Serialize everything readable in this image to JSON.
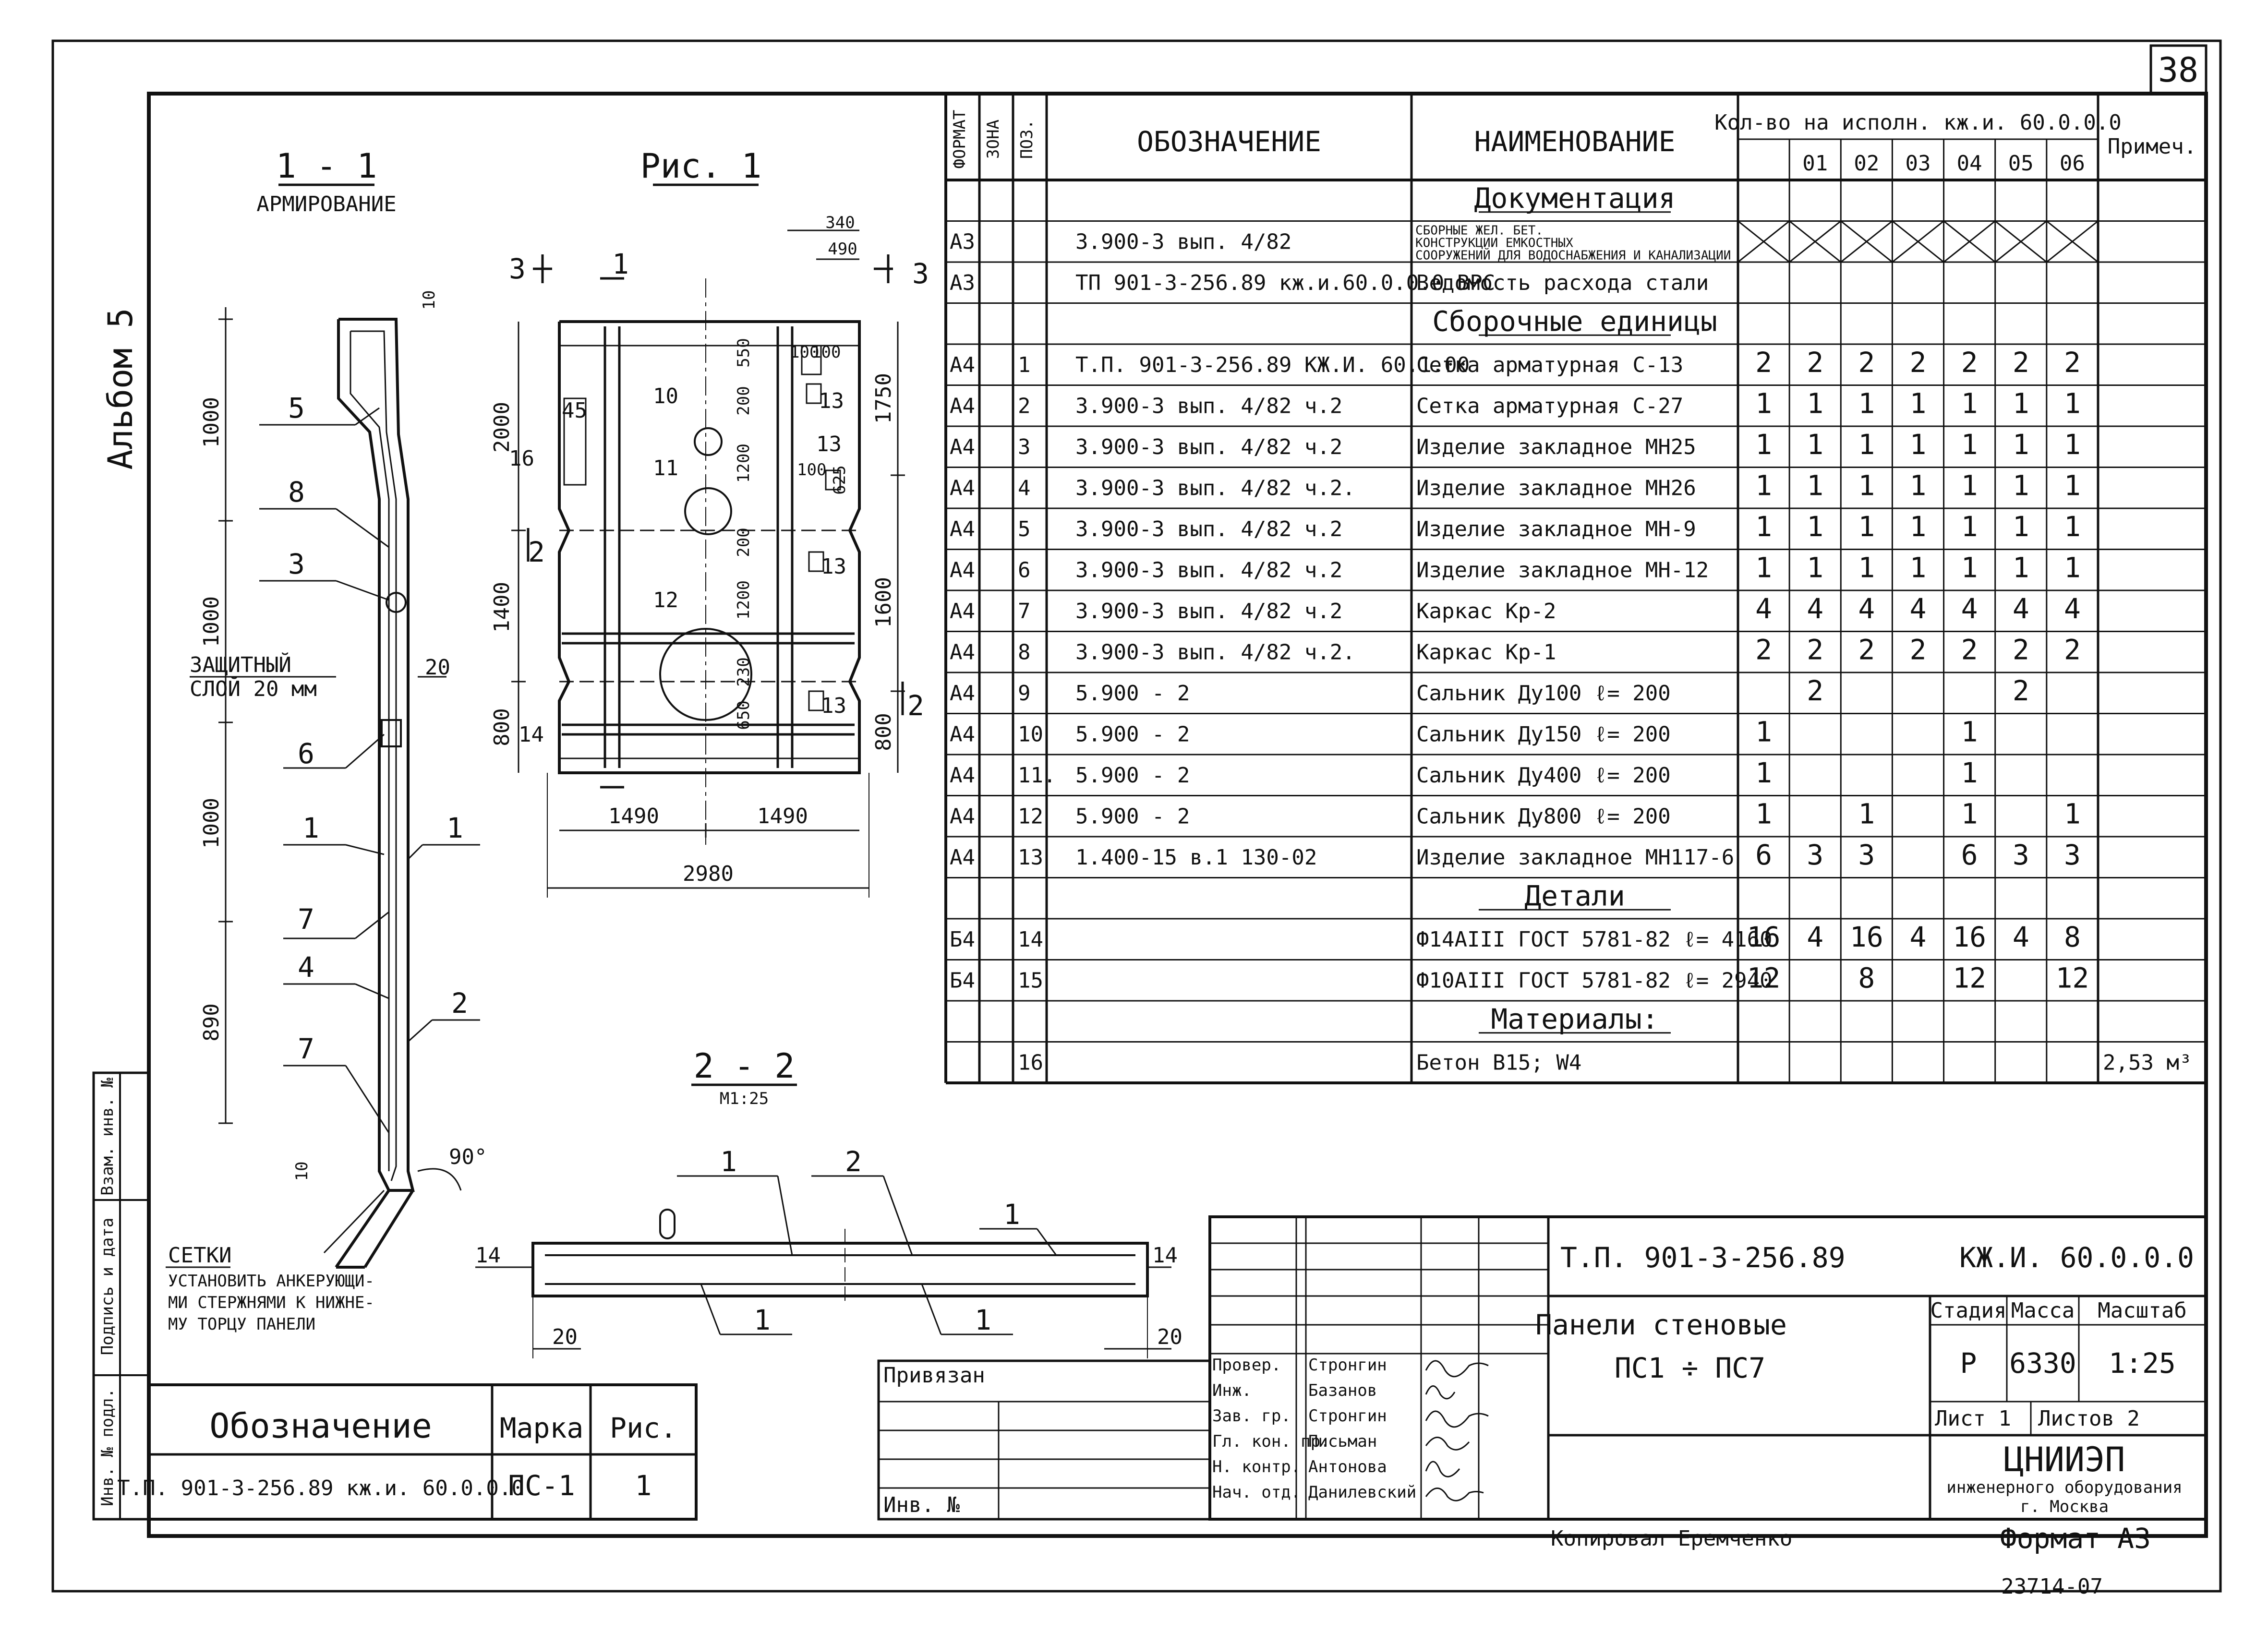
{
  "sheet_number": "38",
  "album": "Альбом 5",
  "section_title": "1 - 1",
  "section_subtitle": "АРМИРОВАНИЕ",
  "figure_title": "Рис. 1",
  "section22": {
    "title": "2 - 2",
    "scale": "М1:25"
  },
  "protective_layer": {
    "line1": "ЗАЩИТНЫЙ",
    "line2": "СЛОЙ   20 мм"
  },
  "grids_note": {
    "line1": "СЕТКИ",
    "line2": "УСТАНОВИТЬ АНКЕРУЮЩИ-",
    "line3": "МИ СТЕРЖНЯМИ К НИЖНЕ-",
    "line4": "МУ ТОРЦУ ПАНЕЛИ"
  },
  "left_dims": [
    "1000",
    "1000",
    "1000",
    "890",
    "10",
    "10",
    "20"
  ],
  "angle": "90°",
  "section_marks": [
    "5",
    "8",
    "3",
    "6",
    "1",
    "1",
    "7",
    "4",
    "2",
    "7"
  ],
  "fig_dims": {
    "h_top": "2000",
    "h_mid": "1400",
    "h_bot": "800",
    "h_r1": "1750",
    "h_r2": "1600",
    "h_r3": "800",
    "w_half1": "1490",
    "w_half2": "1490",
    "w_total": "2980",
    "w_340": "340",
    "w_490": "490",
    "v_550": "550",
    "v_200a": "200",
    "v_1200a": "1200",
    "v_200b": "200",
    "v_1200b": "1200",
    "v_230": "230",
    "v_650": "650",
    "v_100a": "100",
    "v_100b": "100",
    "v_100c": "100",
    "v_625": "625",
    "v_45": "45",
    "v_14": "14"
  },
  "fig_marks": {
    "m10": "10",
    "m11": "11",
    "m12": "12",
    "m13a": "13",
    "m13b": "13",
    "m13c": "13",
    "m13d": "13",
    "m16": "16",
    "sec3": "3",
    "sec1": "1",
    "sec2": "2"
  },
  "sec22_marks": {
    "a": "1",
    "b": "2",
    "c": "1",
    "d": "1",
    "e": "1",
    "f": "14",
    "g": "14",
    "h": "20",
    "i": "20"
  },
  "spec": {
    "headers": {
      "format": "ФОРМАТ",
      "zone": "ЗОНА",
      "pos": "ПОЗ.",
      "designation": "ОБОЗНАЧЕНИЕ",
      "name": "НАИМЕНОВАНИЕ",
      "qty_title": "Кол-во на исполн. кж.и. 60.0.0.0",
      "note": "Примеч."
    },
    "variants": [
      "01",
      "02",
      "03",
      "04",
      "05",
      "06"
    ],
    "rows": [
      {
        "type": "section",
        "name": "Документация"
      },
      {
        "format": "А3",
        "pos": "",
        "designation": "3.900-3 вып. 4/82",
        "name": "СБОРНЫЕ ЖЕЛ. БЕТ. КОНСТРУКЦИИ ЕМКОСТНЫХ СООРУЖЕНИЙ ДЛЯ ВОДОСНАБЖЕНИЯ И КАНАЛИЗАЦИИ",
        "q": [
          "",
          "",
          "",
          "",
          "",
          "",
          ""
        ],
        "crossed": true,
        "note": ""
      },
      {
        "format": "А3",
        "pos": "",
        "designation": "ТП 901-3-256.89   кж.и.60.0.0.0 ВРС",
        "name": "Ведомость расхода стали",
        "q": [
          "",
          "",
          "",
          "",
          "",
          "",
          ""
        ],
        "note": ""
      },
      {
        "type": "section",
        "name": "Сборочные единицы"
      },
      {
        "format": "А4",
        "pos": "1",
        "designation": "Т.П. 901-3-256.89      КЖ.И. 60.1.00",
        "name": "Сетка арматурная С-13",
        "q": [
          "2",
          "2",
          "2",
          "2",
          "2",
          "2",
          "2"
        ],
        "note": ""
      },
      {
        "format": "А4",
        "pos": "2",
        "designation": "3.900-3  вып. 4/82 ч.2",
        "name": "Сетка арматурная С-27",
        "q": [
          "1",
          "1",
          "1",
          "1",
          "1",
          "1",
          "1"
        ],
        "note": ""
      },
      {
        "format": "А4",
        "pos": "3",
        "designation": "3.900-3  вып. 4/82 ч.2",
        "name": "Изделие закладное МН25",
        "q": [
          "1",
          "1",
          "1",
          "1",
          "1",
          "1",
          "1"
        ],
        "note": ""
      },
      {
        "format": "А4",
        "pos": "4",
        "designation": "3.900-3  вып. 4/82 ч.2.",
        "name": "Изделие закладное МН26",
        "q": [
          "1",
          "1",
          "1",
          "1",
          "1",
          "1",
          "1"
        ],
        "note": ""
      },
      {
        "format": "А4",
        "pos": "5",
        "designation": "3.900-3  вып. 4/82 ч.2",
        "name": "Изделие закладное МН-9",
        "q": [
          "1",
          "1",
          "1",
          "1",
          "1",
          "1",
          "1"
        ],
        "note": ""
      },
      {
        "format": "А4",
        "pos": "6",
        "designation": "3.900-3  вып. 4/82 ч.2",
        "name": "Изделие закладное МН-12",
        "q": [
          "1",
          "1",
          "1",
          "1",
          "1",
          "1",
          "1"
        ],
        "note": ""
      },
      {
        "format": "А4",
        "pos": "7",
        "designation": "3.900-3  вып. 4/82 ч.2",
        "name": "Каркас            Кр-2",
        "q": [
          "4",
          "4",
          "4",
          "4",
          "4",
          "4",
          "4"
        ],
        "note": ""
      },
      {
        "format": "А4",
        "pos": "8",
        "designation": "3.900-3  вып. 4/82 ч.2.",
        "name": "Каркас            Кр-1",
        "q": [
          "2",
          "2",
          "2",
          "2",
          "2",
          "2",
          "2"
        ],
        "note": ""
      },
      {
        "format": "А4",
        "pos": "9",
        "designation": "5.900 - 2",
        "name": "Сальник Ду100  ℓ= 200",
        "q": [
          "",
          "2",
          "",
          "",
          "",
          "2",
          ""
        ],
        "note": ""
      },
      {
        "format": "А4",
        "pos": "10",
        "designation": "5.900 - 2",
        "name": "Сальник Ду150  ℓ= 200",
        "q": [
          "1",
          "",
          "",
          "",
          "1",
          "",
          ""
        ],
        "note": ""
      },
      {
        "format": "А4",
        "pos": "11.",
        "designation": "5.900 - 2",
        "name": "Сальник Ду400  ℓ= 200",
        "q": [
          "1",
          "",
          "",
          "",
          "1",
          "",
          ""
        ],
        "note": ""
      },
      {
        "format": "А4",
        "pos": "12",
        "designation": "5.900 - 2",
        "name": "Сальник Ду800  ℓ= 200",
        "q": [
          "1",
          "",
          "1",
          "",
          "1",
          "",
          "1"
        ],
        "note": ""
      },
      {
        "format": "А4",
        "pos": "13",
        "designation": "1.400-15  в.1   130-02",
        "name": "Изделие закладное МН117-6",
        "q": [
          "6",
          "3",
          "3",
          "",
          "6",
          "3",
          "3"
        ],
        "note": ""
      },
      {
        "type": "section",
        "name": "Детали"
      },
      {
        "format": "Б4",
        "pos": "14",
        "designation": "",
        "name": "Ф14АIII ГОСТ 5781-82 ℓ= 4160",
        "q": [
          "16",
          "4",
          "16",
          "4",
          "16",
          "4",
          "8"
        ],
        "note": ""
      },
      {
        "format": "Б4",
        "pos": "15",
        "designation": "",
        "name": "Ф10АIII ГОСТ 5781-82 ℓ= 2940",
        "q": [
          "12",
          "",
          "8",
          "",
          "12",
          "",
          "12"
        ],
        "note": ""
      },
      {
        "type": "section",
        "name": "Материалы:"
      },
      {
        "format": "",
        "pos": "16",
        "designation": "",
        "name": "Бетон В15;        W4",
        "q": [
          "",
          "",
          "",
          "",
          "",
          "",
          ""
        ],
        "note": "2,53 м³"
      }
    ]
  },
  "marking_table": {
    "headers": [
      "Обозначение",
      "Марка",
      "Рис."
    ],
    "row": [
      "Т.П. 901-3-256.89 кж.и. 60.0.0.0",
      "ПС-1",
      "1"
    ]
  },
  "side_stamp": [
    "Инв. № подл.",
    "Подпись и дата",
    "Взам. инв. №"
  ],
  "privyazan": {
    "label": "Привязан",
    "inv": "Инв. №"
  },
  "title_block": {
    "doc_number": "Т.П. 901-3-256.89",
    "code": "КЖ.И. 60.0.0.0",
    "title_line1": "Панели стеновые",
    "title_line2": "ПС1  ÷  ПС7",
    "stage_label": "Стадия",
    "stage": "Р",
    "mass_label": "Масса",
    "mass": "6330",
    "scale_label": "Масштаб",
    "scale": "1:25",
    "sheet": "Лист 1",
    "sheets": "Листов 2",
    "org_name": "ЦНИИЭП",
    "org_sub1": "инженерного оборудования",
    "org_sub2": "г. Москва",
    "people": [
      {
        "role": "Провер.",
        "name": "Стронгин"
      },
      {
        "role": "Инж.",
        "name": "Базанов"
      },
      {
        "role": "Зав. гр.",
        "name": "Стронгин"
      },
      {
        "role": "Гл. кон. пр.",
        "name": "Письман"
      },
      {
        "role": "Н. контр.",
        "name": "Антонова"
      },
      {
        "role": "Нач. отд.",
        "name": "Данилевский"
      }
    ]
  },
  "copied_by": "Копировал Еремченко",
  "format_label": "Формат А3",
  "inventory_number": "23714-07"
}
